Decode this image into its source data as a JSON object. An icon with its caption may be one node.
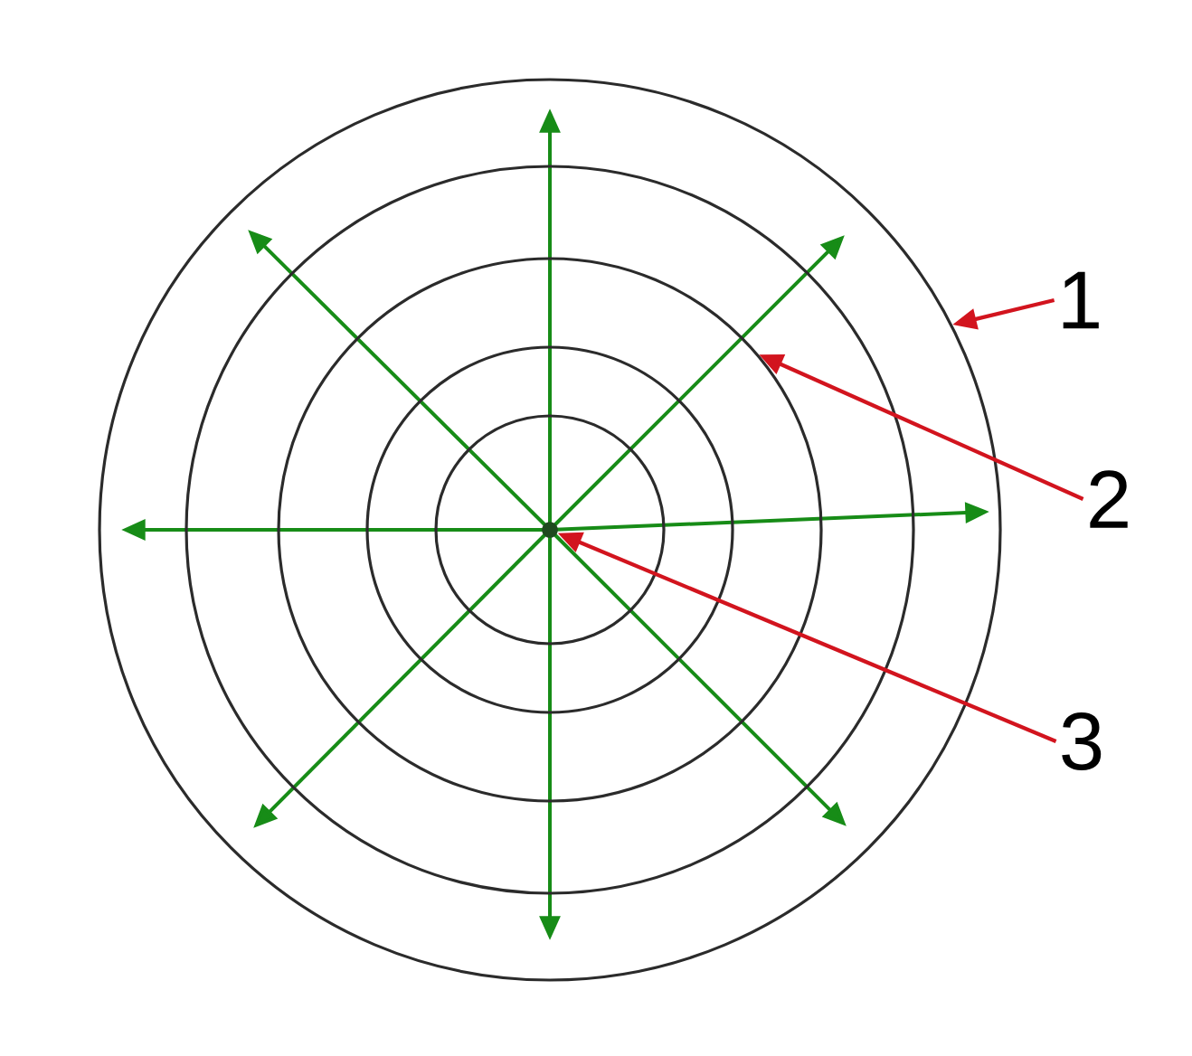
{
  "diagram": {
    "nodes": [
      {
        "text": [],
        "shape": "circle"
      },
      {
        "text": [],
        "shape": "circle",
        "in": 0
      },
      {
        "text": [],
        "shape": "circle",
        "in": 1
      },
      {
        "text": [],
        "shape": "circle",
        "in": 2
      },
      {
        "text": [],
        "shape": "circle",
        "in": 3
      },
      {
        "text": [],
        "shape": "dot",
        "in": 4
      },
      {
        "text": [
          "1"
        ]
      },
      {
        "text": [
          "2"
        ]
      },
      {
        "text": [
          "3"
        ]
      }
    ],
    "edges": [
      {
        "from": 6,
        "to": 0,
        "arrow": "to"
      },
      {
        "from": 7,
        "to": 2,
        "arrow": "to"
      },
      {
        "from": 8,
        "to": 5,
        "arrow": "to"
      }
    ]
  }
}
